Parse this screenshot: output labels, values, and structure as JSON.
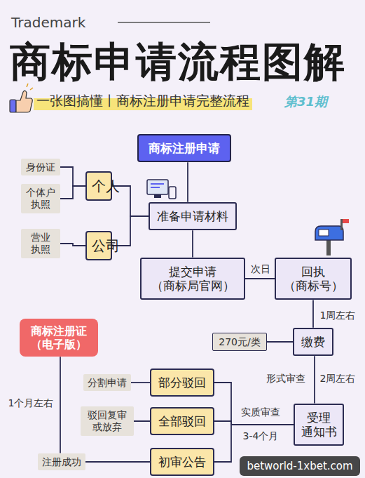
{
  "diagram": {
    "title": "商标申请流程图解",
    "nodes": [
      {
        "text": [
          "商标注册申请"
        ]
      },
      {
        "text": [
          "身份证"
        ]
      },
      {
        "text": [
          "个体户 执照"
        ]
      },
      {
        "text": [
          "个人"
        ]
      },
      {
        "text": [
          "营业 执照"
        ]
      },
      {
        "text": [
          "公司"
        ]
      },
      {
        "text": [
          "准备申请材料"
        ]
      },
      {
        "text": [
          "提交申请 （商标局官网）"
        ]
      },
      {
        "text": [
          "回执 （商标号）"
        ]
      },
      {
        "text": [
          "270元/类"
        ]
      },
      {
        "text": [
          "缴费"
        ]
      },
      {
        "text": [
          "商标注册证 （电子版）"
        ]
      },
      {
        "text": [
          "分割申请"
        ]
      },
      {
        "text": [
          "部分驳回"
        ]
      },
      {
        "text": [
          "驳回复审 或放弃"
        ]
      },
      {
        "text": [
          "全部驳回"
        ]
      },
      {
        "text": [
          "受理 通知书"
        ]
      },
      {
        "text": [
          "注册成功"
        ]
      },
      {
        "text": [
          "初审公告"
        ]
      }
    ],
    "edges": [
      {
        "from": 0,
        "to": 6,
        "arrow": "none"
      },
      {
        "from": 1,
        "to": 3,
        "arrow": "none"
      },
      {
        "from": 2,
        "to": 3,
        "arrow": "none"
      },
      {
        "from": 4,
        "to": 5,
        "arrow": "none"
      },
      {
        "from": 3,
        "to": 6,
        "arrow": "none"
      },
      {
        "from": 5,
        "to": 6,
        "arrow": "none"
      },
      {
        "from": 6,
        "to": 7,
        "arrow": "none"
      },
      {
        "from": 7,
        "to": 8,
        "label": "次日",
        "arrow": "none"
      },
      {
        "from": 8,
        "to": 10,
        "label": "1周左右",
        "arrow": "none"
      },
      {
        "from": 9,
        "to": 10,
        "arrow": "none"
      },
      {
        "from": 10,
        "to": 16,
        "label": "2周左右",
        "arrow": "none"
      },
      {
        "from": 16,
        "to": 13,
        "arrow": "none"
      },
      {
        "from": 16,
        "to": 15,
        "label": "实质审查",
        "arrow": "none"
      },
      {
        "from": 16,
        "to": 18,
        "arrow": "none"
      },
      {
        "from": 13,
        "to": 12,
        "arrow": "none"
      },
      {
        "from": 15,
        "to": 14,
        "arrow": "none"
      },
      {
        "from": 18,
        "to": 17,
        "arrow": "none"
      },
      {
        "from": 17,
        "to": 11,
        "label": "1个月左右",
        "arrow": "none"
      }
    ],
    "labels": [
      "Trademark",
      "一张图搞懂丨商标注册申请完整流程",
      "第31期",
      "形式审查",
      "3-4个月",
      "betworld-1xbet.com"
    ]
  }
}
